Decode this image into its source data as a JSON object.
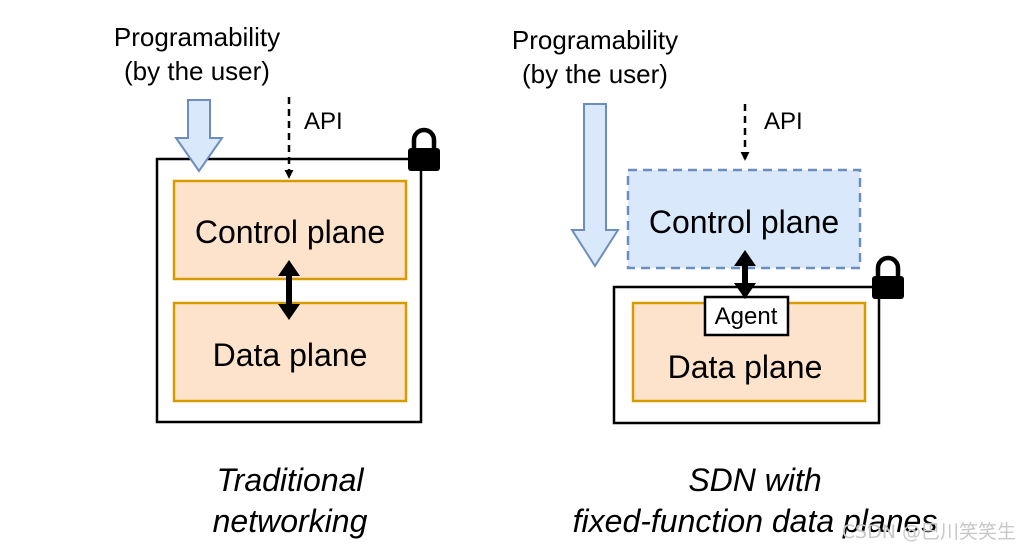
{
  "left": {
    "programmability": [
      "Programability",
      "(by the user)"
    ],
    "api_label": "API",
    "control_plane": "Control plane",
    "data_plane": "Data plane",
    "caption": [
      "Traditional",
      "networking"
    ]
  },
  "right": {
    "programmability": [
      "Programability",
      "(by the user)"
    ],
    "api_label": "API",
    "control_plane": "Control plane",
    "agent": "Agent",
    "data_plane": "Data plane",
    "caption": [
      "SDN with",
      "fixed-function data planes"
    ]
  },
  "watermark": "CSDN @巴川笑笑生",
  "colors": {
    "plane_fill": "#fde3cc",
    "plane_border": "#d79b00",
    "arrow_fill": "#dae8fc",
    "arrow_border": "#6c8ebf",
    "sdn_control_fill": "#dae8fc",
    "sdn_control_border": "#6c8ebf"
  },
  "icons": [
    "lock-icon",
    "lock-icon"
  ]
}
